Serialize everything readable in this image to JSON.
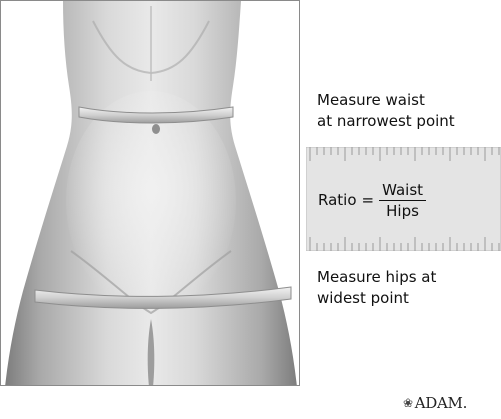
{
  "waist_label": {
    "line1": "Measure waist",
    "line2": "at narrowest point"
  },
  "hips_label": {
    "line1": "Measure hips at",
    "line2": "widest point"
  },
  "ratio": {
    "prefix": "Ratio",
    "equals": "=",
    "numerator": "Waist",
    "denominator": "Hips"
  },
  "logo": {
    "mark": "❀",
    "text": "ADAM."
  },
  "colors": {
    "ruler_fill": "#e4e4e4",
    "ruler_ticks": "#9a9a9a",
    "tape": "#cfcfcf",
    "skin_light": "#ececec",
    "skin_dark": "#8c8c8c"
  }
}
